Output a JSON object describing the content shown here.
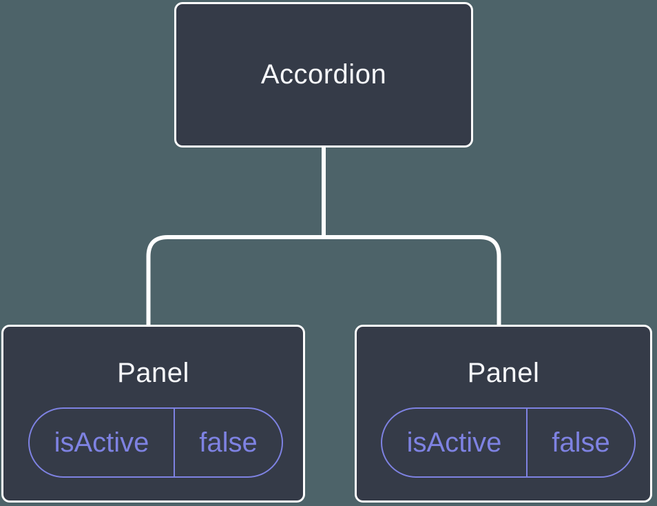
{
  "diagram": {
    "type": "component-tree",
    "root": {
      "label": "Accordion"
    },
    "children": [
      {
        "label": "Panel",
        "prop": {
          "name": "isActive",
          "value": "false"
        }
      },
      {
        "label": "Panel",
        "prop": {
          "name": "isActive",
          "value": "false"
        }
      }
    ]
  },
  "colors": {
    "background": "#4D6369",
    "node_fill": "#353B48",
    "node_border": "#FFFFFF",
    "connector": "#FFFFFF",
    "accent_purple": "#7E82E2",
    "text_primary": "#F7F8FB"
  }
}
